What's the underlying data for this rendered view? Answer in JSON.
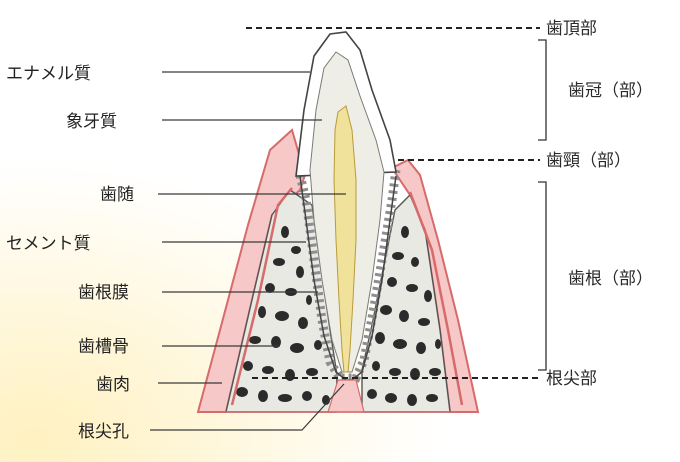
{
  "labels_left": {
    "enamel": "エナメル質",
    "dentin": "象牙質",
    "pulp": "歯随",
    "cementum": "セメント質",
    "periodontal_ligament": "歯根膜",
    "alveolar_bone": "歯槽骨",
    "gingiva": "歯肉",
    "apical_foramen": "根尖孔"
  },
  "labels_right": {
    "crown_tip": "歯頂部",
    "crown": "歯冠（部）",
    "neck": "歯頸（部）",
    "root": "歯根（部）",
    "apex": "根尖部"
  },
  "colors": {
    "gum": "#e98b8b",
    "gum_light": "#f6c8c8",
    "bone_fill": "#e9e9e4",
    "bone_dot": "#2b2b2b",
    "enamel": "#ffffff",
    "dentin": "#eeeee6",
    "pulp": "#f1e29b",
    "background_glow": "#fff4c8"
  }
}
